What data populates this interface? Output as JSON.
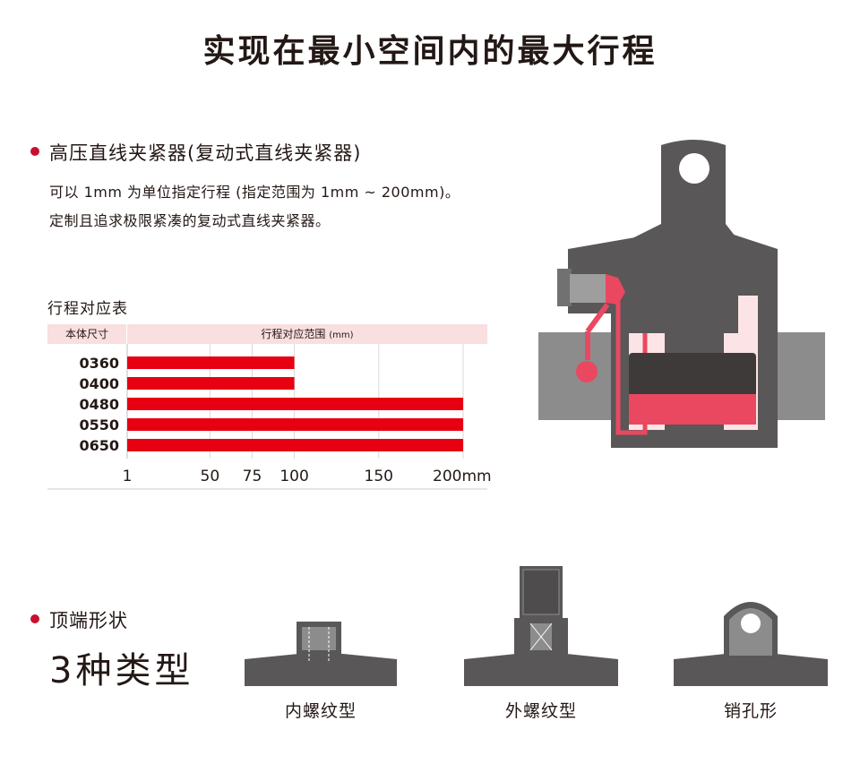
{
  "page": {
    "title": "实现在最小空间内的最大行程"
  },
  "section1": {
    "heading": "高压直线夹紧器(复动式直线夹紧器)",
    "line1": "可以 1mm 为单位指定行程 (指定范围为 1mm ~ 200mm)。",
    "line2": "定制且追求极限紧凑的复动式直线夹紧器。"
  },
  "table": {
    "title": "行程对应表",
    "col_left": "本体尺寸",
    "col_right": "行程对应范围",
    "col_right_unit": "(mm)"
  },
  "chart_data": {
    "type": "bar",
    "orientation": "horizontal",
    "categories": [
      "0360",
      "0400",
      "0480",
      "0550",
      "0650"
    ],
    "series": [
      {
        "values": [
          [
            1,
            100
          ],
          [
            1,
            100
          ],
          [
            1,
            200
          ],
          [
            1,
            200
          ],
          [
            1,
            200
          ]
        ]
      }
    ],
    "xlabel": "",
    "ylabel": "本体尺寸",
    "x_ticks": [
      1,
      50,
      75,
      100,
      150,
      200
    ],
    "x_tick_labels": [
      "1",
      "50",
      "75",
      "100",
      "150",
      "200mm"
    ],
    "xlim": [
      1,
      200
    ],
    "grid": true,
    "bar_color": "#e60012"
  },
  "section2": {
    "heading": "顶端形状",
    "subheading": "3种类型",
    "types": [
      {
        "label": "内螺纹型",
        "icon": "female-thread-tip-icon"
      },
      {
        "label": "外螺纹型",
        "icon": "male-thread-tip-icon"
      },
      {
        "label": "销孔形",
        "icon": "pin-hole-tip-icon"
      }
    ]
  },
  "colors": {
    "accent": "#c8102e",
    "bar": "#e60012",
    "header_band": "#f9dfe0",
    "dark_gray": "#595757",
    "light_gray": "#8c8c8c",
    "pink": "#e94860"
  }
}
